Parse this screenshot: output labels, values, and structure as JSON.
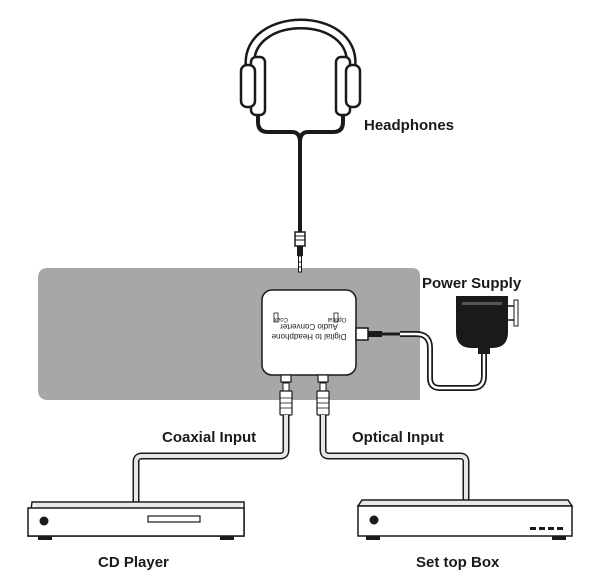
{
  "labels": {
    "headphones": "Headphones",
    "power_supply": "Power Supply",
    "coaxial_input": "Coaxial Input",
    "optical_input": "Optical Input",
    "cd_player": "CD Player",
    "set_top_box": "Set top Box"
  },
  "converter": {
    "title_line1": "Digital to Headphone",
    "title_line2": "Audio Converter",
    "port_coax": "Coax",
    "port_optical": "Optical"
  },
  "colors": {
    "background": "#ffffff",
    "panel": "#a7a7a7",
    "line": "#1a1a1a",
    "cable_fill": "#e6e6e6"
  }
}
